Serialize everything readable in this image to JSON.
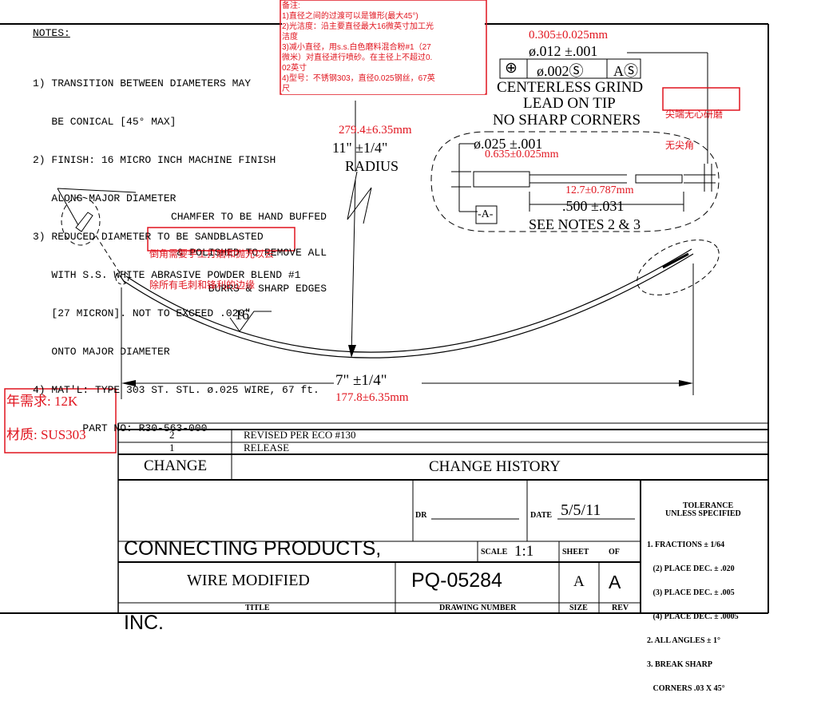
{
  "notes": {
    "heading": "NOTES:",
    "lines": [
      "1) TRANSITION BETWEEN DIAMETERS MAY",
      "   BE CONICAL [45° MAX]",
      "2) FINISH: 16 MICRO INCH MACHINE FINISH",
      "   ALONG MAJOR DIAMETER",
      "3) REDUCED DIAMETER TO BE SANDBLASTED",
      "   WITH S.S. WHITE ABRASIVE POWDER BLEND #1",
      "   [27 MICRON]. NOT TO EXCEED .020\"",
      "   ONTO MAJOR DIAMETER",
      "4) MAT'L: TYPE 303 ST. STL. ø.025 WIRE, 67 ft.",
      "        PART NO: R30-563-000"
    ]
  },
  "cn_notes": {
    "lines": [
      "备注:",
      "1)直径之间的过渡可以是锥形(最大45°)",
      "2)光洁度：沿主要直径最大16微英寸加工光",
      "洁度",
      "3)减小直径，用s.s.白色磨料混合粉#1（27",
      "微米）对直径进行喷砂。在主径上不超过0.",
      "02英寸",
      "4)型号：不锈钢303，直径0.025钢丝，67英",
      "尺"
    ]
  },
  "tip": {
    "cn_tol": "0.305±0.025mm",
    "dia_tol": "ø.012 ±.001",
    "fcf_symbol": "⊕",
    "fcf_value": "ø.002Ⓢ",
    "fcf_datum": "AⓈ",
    "line1": "CENTERLESS GRIND",
    "line2": "LEAD ON TIP",
    "line3": "NO SHARP CORNERS",
    "cn_note_line1": "尖端无心研磨",
    "cn_note_line2": "无尖角"
  },
  "detail": {
    "dia": "ø.025 ±.001",
    "dia_cn": "0.635±0.025mm",
    "len_cn": "12.7±0.787mm",
    "len": ".500 ±.031",
    "datum": "-A-",
    "see_notes": "SEE NOTES 2 & 3"
  },
  "radius": {
    "cn": "279.4±6.35mm",
    "value": "11\" ±1/4\"",
    "label": "RADIUS"
  },
  "chamfer": {
    "line1": "CHAMFER TO BE HAND BUFFED",
    "line2": "& POLISHED TO REMOVE ALL",
    "line3": "BURRS & SHARP EDGES",
    "cn_line1": "倒角需要手工打磨和抛光以去",
    "cn_line2": "除所有毛刺和锋利的边缘"
  },
  "finish_mark": "16",
  "length": {
    "value": "7\" ±1/4\"",
    "cn": "177.8±6.35mm"
  },
  "side_notes": {
    "demand": "年需求: 12K",
    "material": "材质: SUS303"
  },
  "revisions": [
    {
      "rev": "2",
      "desc": "REVISED PER ECO #130"
    },
    {
      "rev": "1",
      "desc": "RELEASE"
    }
  ],
  "title_block": {
    "change_label": "CHANGE",
    "history_label": "CHANGE HISTORY",
    "company_line1": "CONNECTING PRODUCTS,",
    "company_line2": "INC.",
    "dr_label": "DR",
    "date_label": "DATE",
    "date_value": "5/5/11",
    "scale_label": "SCALE",
    "scale_value": "1:1",
    "sheet_label": "SHEET",
    "of_label": "OF",
    "title_value": "WIRE MODIFIED",
    "title_label": "TITLE",
    "drawing_number": "PQ-05284",
    "drawing_number_label": "DRAWING NUMBER",
    "size_value": "A",
    "size_label": "SIZE",
    "rev_value": "A",
    "rev_label": "REV"
  },
  "tolerance": {
    "heading1": "TOLERANCE",
    "heading2": "UNLESS SPECIFIED",
    "lines": [
      "1. FRACTIONS ± 1/64",
      "   (2) PLACE DEC. ± .020",
      "   (3) PLACE DEC. ± .005",
      "   (4) PLACE DEC. ± .0005",
      "2. ALL ANGLES ± 1°",
      "3. BREAK SHARP",
      "   CORNERS .03 X 45°"
    ]
  }
}
